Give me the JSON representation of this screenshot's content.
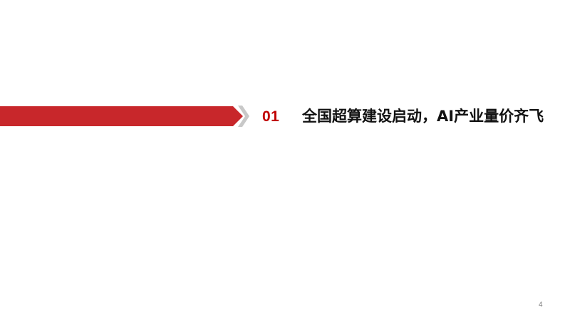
{
  "slide": {
    "section_number": "01",
    "section_title": "全国超算建设启动，AI产业量价齐飞",
    "page_number": "4"
  },
  "colors": {
    "banner_red": "#c8272b",
    "chevron_gray": "#c8c8c8",
    "number_red": "#c00000",
    "title_text": "#111111",
    "page_number_text": "#7f7f7f"
  }
}
